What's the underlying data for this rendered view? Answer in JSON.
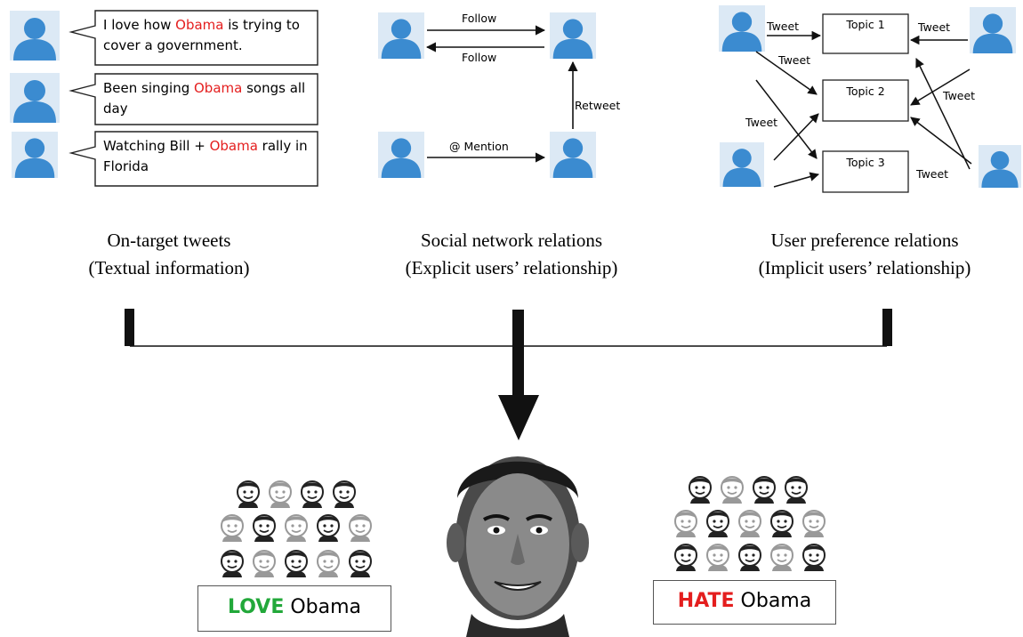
{
  "tweets": [
    {
      "before": "I love how ",
      "target": "Obama",
      "after": " is trying to cover a government."
    },
    {
      "before": "Been singing ",
      "target": "Obama",
      "after": " songs all day"
    },
    {
      "before": "Watching Bill + ",
      "target": "Obama",
      "after": " rally in Florida"
    }
  ],
  "social": {
    "follow_top": "Follow",
    "follow_bottom": "Follow",
    "retweet": "Retweet",
    "mention": "@ Mention"
  },
  "topics": {
    "topic1": "Topic 1",
    "topic2": "Topic 2",
    "topic3": "Topic 3",
    "tweet_label": "Tweet"
  },
  "captions": [
    {
      "line1": "On-target tweets",
      "line2": "(Textual information)"
    },
    {
      "line1": "Social network relations",
      "line2": "(Explicit users’ relationship)"
    },
    {
      "line1": "User preference relations",
      "line2": "(Implicit users’ relationship)"
    }
  ],
  "verdicts": {
    "love": {
      "word": "LOVE",
      "rest": " Obama",
      "color": "#22a83a"
    },
    "hate": {
      "word": "HATE",
      "rest": " Obama",
      "color": "#e41e1e"
    }
  },
  "colors": {
    "user_icon": "#3b8bd0",
    "highlight": "#e41e1e"
  }
}
